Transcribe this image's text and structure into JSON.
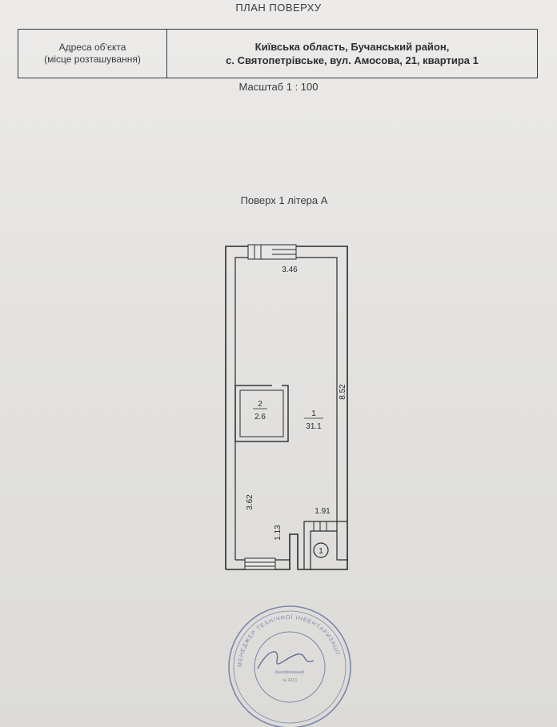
{
  "document": {
    "title": "ПЛАН ПОВЕРХУ",
    "address_label_line1": "Адреса об'єкта",
    "address_label_line2": "(місце розташування)",
    "address_line1": "Київська область, Бучанський район,",
    "address_line2": "с. Святопетрівське, вул. Амосова, 21, квартира 1",
    "scale": "Масштаб 1 : 100",
    "floor_title": "Поверх 1 літера А"
  },
  "plan": {
    "dim_top": "3.46",
    "dim_right": "8.52",
    "dim_left": "3.62",
    "dim_entry": "1.91",
    "dim_small": "1.13",
    "room1_number": "1",
    "room1_area": "31.1",
    "room2_number": "2",
    "room2_area": "2.6",
    "entrance_marker": "1"
  },
  "stamp": {
    "ring_text": "МЕНЕДЖЕР ТЕХНІЧНОЇ ІНВЕНТАРИЗАЦІЇ",
    "center_text": "Кваліфікований",
    "number": "№ 4213"
  },
  "colors": {
    "ink": "#2a2a2c",
    "paper": "#e6e5e3",
    "stamp": "#5a6a9a"
  }
}
